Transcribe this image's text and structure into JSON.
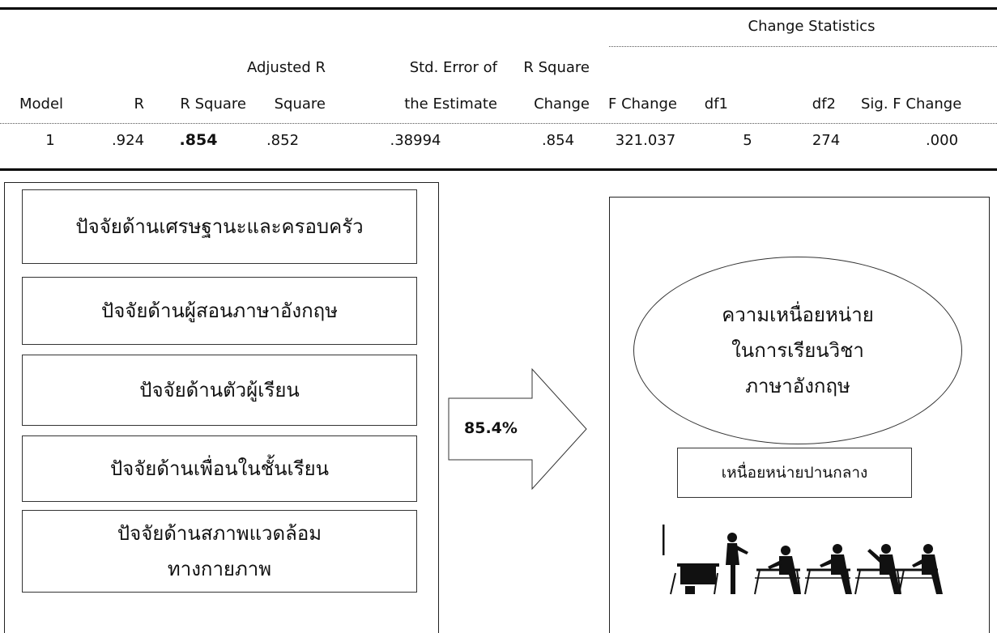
{
  "table": {
    "group_header": "Change Statistics",
    "header_row_1": {
      "adjusted": "Adjusted R",
      "std_error": "Std. Error of",
      "rsq_change": "R Square"
    },
    "header_row_2": {
      "model": "Model",
      "r": "R",
      "r_square": "R Square",
      "adjusted": "Square",
      "std_error": "the Estimate",
      "rsq_change": "Change",
      "f_change": "F Change",
      "df1": "df1",
      "df2": "df2",
      "sig": "Sig. F Change"
    },
    "data_row": {
      "model": "1",
      "r": ".924",
      "r_square": ".854",
      "adjusted": ".852",
      "std_error": ".38994",
      "rsq_change": ".854",
      "f_change": "321.037",
      "df1": "5",
      "df2": "274",
      "sig": ".000"
    }
  },
  "diagram": {
    "factors": [
      [
        "ปัจจัยด้านเศรษฐานะและครอบครัว"
      ],
      [
        "ปัจจัยด้านผู้สอนภาษาอังกฤษ"
      ],
      [
        "ปัจจัยด้านตัวผู้เรียน"
      ],
      [
        "ปัจจัยด้านเพื่อนในชั้นเรียน"
      ],
      [
        "ปัจจัยด้านสภาพแวดล้อม",
        "ทางกายภาพ"
      ]
    ],
    "arrow_label": "85.4%",
    "outcome_lines": [
      "ความเหนื่อยหน่าย",
      "ในการเรียนวิชา",
      "ภาษาอังกฤษ"
    ],
    "outcome_level": "เหนื่อยหน่ายปานกลาง",
    "classroom_image": "classroom-silhouette"
  }
}
